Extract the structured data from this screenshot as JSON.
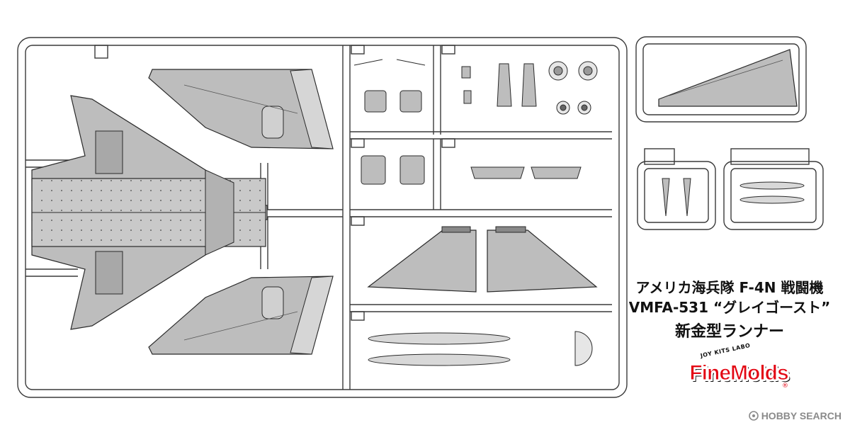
{
  "caption": {
    "line1": "アメリカ海兵隊 F-4N 戦闘機",
    "line2": "VMFA-531 “グレイゴースト”",
    "line3": "新金型ランナー"
  },
  "brand": {
    "small": "JOY KITS LABO",
    "main": "FineMolds",
    "reg": "®"
  },
  "watermark": {
    "text": "HOBBY SEARCH",
    "icon": "hobby-search-logo-icon"
  },
  "colors": {
    "sprue_fill": "#ececec",
    "sprue_stroke": "#3a3a3a",
    "part_fill": "#bdbdbd",
    "part_stroke": "#2a2a2a",
    "brand_red": "#e30613",
    "watermark_gray": "#8a8a8a"
  }
}
